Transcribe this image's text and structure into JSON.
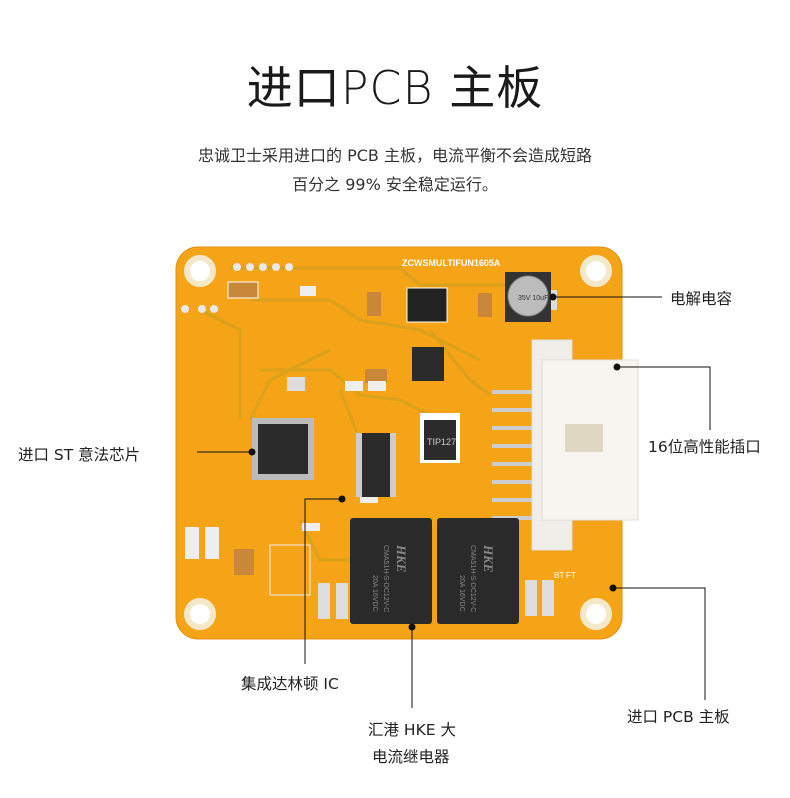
{
  "header": {
    "title": "进口PCB 主板",
    "subtitle_line1": "忠诚卫士采用进口的 PCB 主板，电流平衡不会造成短路",
    "subtitle_line2": "百分之 99% 安全稳定运行。"
  },
  "board": {
    "silkscreen_model": "ZCWSMULTIFUN1605A",
    "transistor_marking": "TIP127",
    "relay_brand": "HKE",
    "relay_model": "CMA51H-S-DC12V-C",
    "relay_rating": "20A 16VDC",
    "capacitor_marking": "35V 10uF",
    "pad_label_ft": "FT",
    "pad_label_bt": "BT",
    "colors": {
      "pcb": "#f5a417",
      "trace": "#d99a1a",
      "connector": "#f4f2ec",
      "chip": "#2b2b2b"
    }
  },
  "callouts": {
    "capacitor": "电解电容",
    "connector": "16位高性能插口",
    "mcu": "进口 ST 意法芯片",
    "darlington": "集成达林顿 IC",
    "relay_line1": "汇港 HKE 大",
    "relay_line2": "电流继电器",
    "pcb": "进口 PCB 主板"
  }
}
